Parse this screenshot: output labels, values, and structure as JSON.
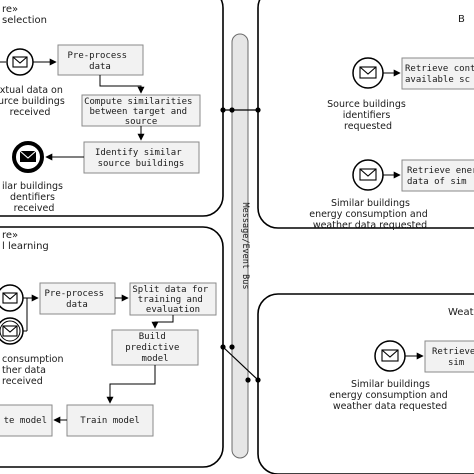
{
  "bus": {
    "label": "Message/Event Bus"
  },
  "panels": {
    "source_selection": {
      "stereotype": "re»",
      "title": "selection",
      "start_event": "Textual data on source buildings received",
      "tasks": {
        "preprocess": "Pre-process data",
        "compute": "Compute similarities between target and source",
        "identify": "Identify similar source buildings"
      },
      "end_event": "Similar buildings identifiers received"
    },
    "transfer_learning": {
      "stereotype": "re»",
      "title": "l learning",
      "start_event": "consumption ther data received",
      "tasks": {
        "preprocess": "Pre-process data",
        "split": "Split data for training and evaluation",
        "build": "Build predictive model",
        "evaluate": "te model",
        "train": "Train model"
      }
    },
    "top_right": {
      "title": "B",
      "events": {
        "source_ids": "Source buildings identifiers requested",
        "similar_energy": "Similar buildings energy consumption and weather data requested"
      },
      "tasks": {
        "retrieve_available": "Retrieve cont available sc",
        "retrieve_energy": "Retrieve ener data of sim"
      }
    },
    "weather": {
      "title": "Weath",
      "event": "Similar buildings energy consumption and weather data requested",
      "task": "Retrieve sim"
    }
  }
}
